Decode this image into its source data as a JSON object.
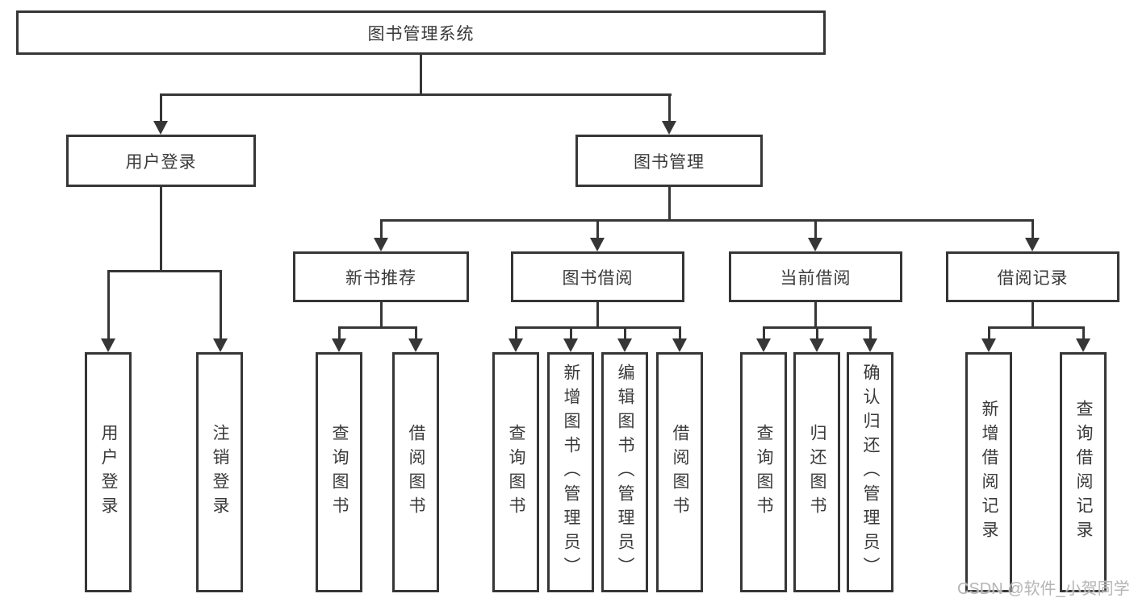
{
  "diagram": {
    "title": "图书管理系统",
    "level2": {
      "user_login": "用户登录",
      "book_management": "图书管理"
    },
    "level3": {
      "new_book_recommend": "新书推荐",
      "book_borrowing": "图书借阅",
      "current_borrowing": "当前借阅",
      "borrowing_records": "借阅记录"
    },
    "leaves": {
      "user_login": [
        "用户登录",
        "注销登录"
      ],
      "new_book_recommend": [
        "查询图书",
        "借阅图书"
      ],
      "book_borrowing": [
        "查询图书",
        "新增图书（管理员）",
        "编辑图书（管理员）",
        "借阅图书"
      ],
      "current_borrowing": [
        "查询图书",
        "归还图书",
        "确认归还（管理员）"
      ],
      "borrowing_records": [
        "新增借阅记录",
        "查询借阅记录"
      ]
    },
    "colors": {
      "line": "#363636",
      "border": "#363636",
      "text": "#3a3a3a",
      "background": "#ffffff",
      "watermark": "#b5b5b5"
    }
  },
  "watermark": {
    "text": "CSDN @软件_小贺同学"
  }
}
